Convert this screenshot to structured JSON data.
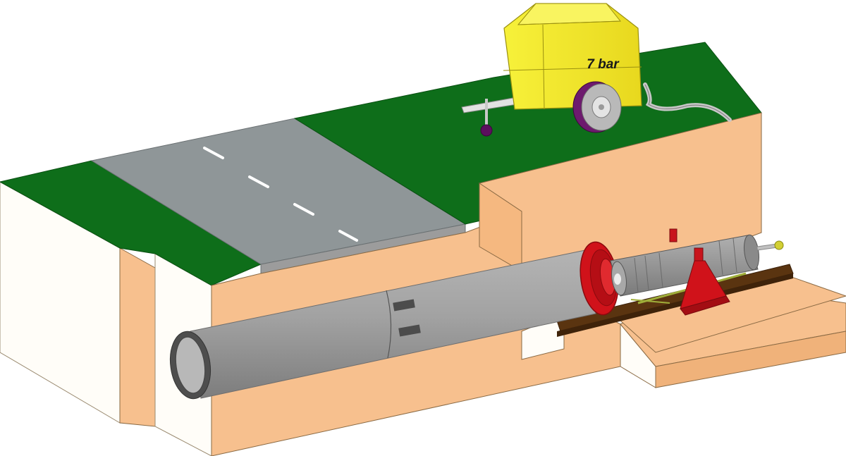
{
  "diagram": {
    "type": "isometric-technical-illustration",
    "subject": "trenchless pipe ramming under a road",
    "components": [
      {
        "id": "ground-surface",
        "label": "Grass surface"
      },
      {
        "id": "road",
        "label": "Asphalt road with dashed centre line"
      },
      {
        "id": "soil-cutaway",
        "label": "Soil cross-section"
      },
      {
        "id": "steel-pipe",
        "label": "Steel casing pipe"
      },
      {
        "id": "rammer",
        "label": "Pneumatic pipe rammer"
      },
      {
        "id": "cone-adapter",
        "label": "Red ramming cone / collet"
      },
      {
        "id": "launch-rails",
        "label": "Brown launch rails in pit"
      },
      {
        "id": "rammer-stand",
        "label": "Red support stand"
      },
      {
        "id": "compressor",
        "label": "Yellow trailer-mounted air compressor"
      },
      {
        "id": "air-hose",
        "label": "Compressed air hose"
      }
    ],
    "compressor": {
      "pressure_label": "7 bar"
    },
    "colors": {
      "grass": "#0e6e1a",
      "road": "#8f9698",
      "soil": "#f7c08e",
      "soil_shadow": "#f0b27a",
      "white_face": "#fffdf8",
      "pipe": "#9a9a9a",
      "pipe_dark": "#5a5a5a",
      "red": "#d0121a",
      "rail": "#5a3410",
      "compressor": "#f5ec2a",
      "wheel_tire": "#6d1a6e",
      "outline": "#8a6a44"
    }
  }
}
